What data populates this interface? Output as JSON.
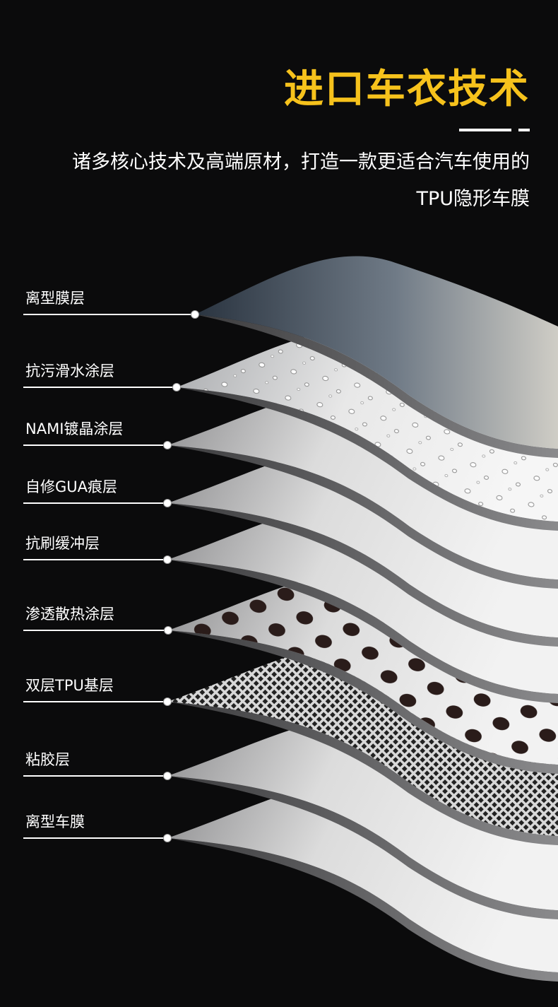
{
  "header": {
    "title": "进口车衣技术",
    "title_color": "#f6c21c",
    "subtitle_line1": "诸多核心技术及高端原材，打造一款更适合汽车使用的",
    "subtitle_line2": "TPU隐形车膜"
  },
  "layers": [
    {
      "label": "离型膜层",
      "texture": "smooth-dark"
    },
    {
      "label": "抗污滑水涂层",
      "texture": "water-droplets"
    },
    {
      "label": "NAMI镀晶涂层",
      "texture": "smooth"
    },
    {
      "label": "自修GUA痕层",
      "texture": "smooth"
    },
    {
      "label": "抗刷缓冲层",
      "texture": "smooth"
    },
    {
      "label": "渗透散热涂层",
      "texture": "large-holes"
    },
    {
      "label": "双层TPU基层",
      "texture": "mesh"
    },
    {
      "label": "粘胶层",
      "texture": "smooth"
    },
    {
      "label": "离型车膜",
      "texture": "smooth"
    }
  ]
}
